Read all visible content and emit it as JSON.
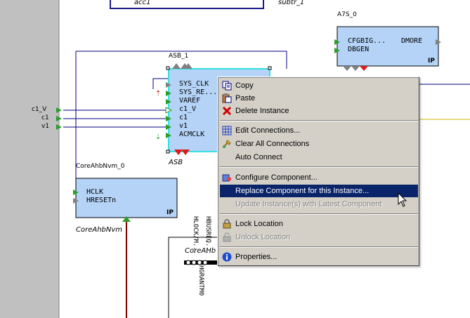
{
  "diagram": {
    "labels": {
      "acc1": "acc1",
      "subtr_1": "subtr_1",
      "a7s_name": "A7S_0",
      "asb_name": "ASB_1",
      "asb_type": "ASB",
      "coreahb_name": "CoreAhbNvm_0",
      "coreahb_type": "CoreAhbNvm",
      "coreahb2_type": "CoreAHb"
    },
    "a7s_ports": [
      "CFGBIG...",
      "DBGEN"
    ],
    "a7s_out": "DMORE",
    "a7s_tag": "IP",
    "asb_ports": [
      "SYS_CLK",
      "SYS_RE...",
      "VAREF",
      "c1_V",
      "c1",
      "v1",
      "ACMCLK"
    ],
    "coreahb_ports": [
      "HCLK",
      "HRESETn"
    ],
    "coreahb_tag": "IP",
    "left_nets": [
      "c1_V",
      "c1",
      "v1"
    ],
    "vertical_ports": [
      "HLOCK/M...",
      "HBUSREQ...",
      "HGRANTM0"
    ]
  },
  "menu": {
    "items": [
      {
        "label": "Copy",
        "icon": "copy-icon",
        "state": "normal"
      },
      {
        "label": "Paste",
        "icon": "paste-icon",
        "state": "normal"
      },
      {
        "label": "Delete Instance",
        "icon": "delete-x-icon",
        "state": "normal"
      },
      {
        "label": "Edit Connections...",
        "icon": "connections-icon",
        "state": "normal"
      },
      {
        "label": "Clear All Connections",
        "icon": "clear-connections-icon",
        "state": "normal"
      },
      {
        "label": "Auto Connect",
        "icon": "",
        "state": "normal"
      },
      {
        "label": "Configure Component...",
        "icon": "configure-icon",
        "state": "normal"
      },
      {
        "label": "Replace Component for this Instance...",
        "icon": "",
        "state": "selected"
      },
      {
        "label": "Update Instance(s) with Latest Component",
        "icon": "",
        "state": "disabled"
      },
      {
        "label": "Lock Location",
        "icon": "lock-icon",
        "state": "normal"
      },
      {
        "label": "Unlock Location",
        "icon": "unlock-icon",
        "state": "disabled"
      },
      {
        "label": "Properties...",
        "icon": "properties-icon",
        "state": "normal"
      }
    ]
  },
  "colors": {
    "component_fill": "#b4d3f7",
    "port_green": "#2c9c2c",
    "port_red": "#e01818",
    "port_gray": "#808080",
    "menu_bg": "#d4d0c8",
    "menu_highlight": "#0a246a",
    "selection_cyan": "#33e0e0"
  }
}
